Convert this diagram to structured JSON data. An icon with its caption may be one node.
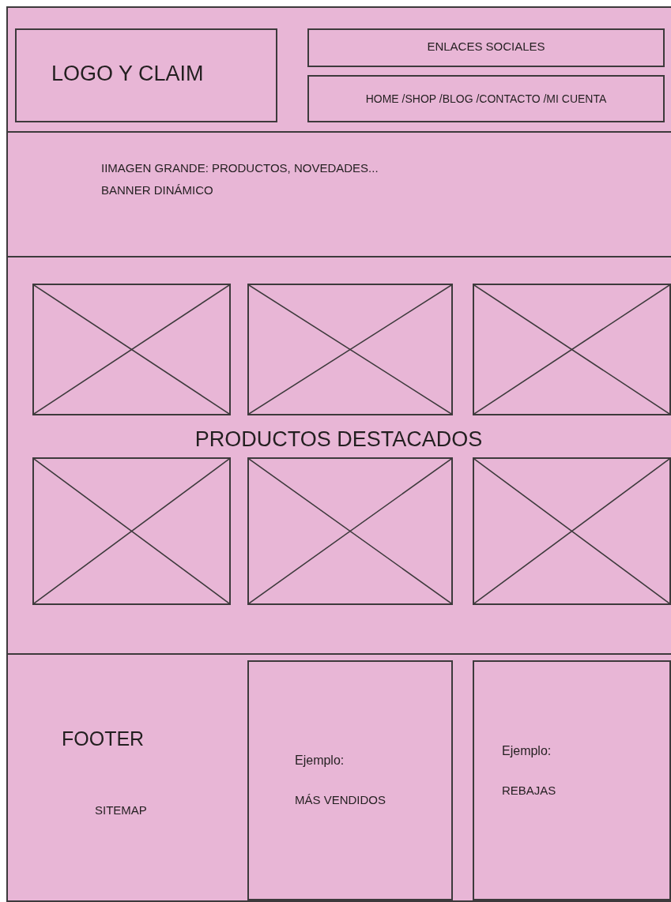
{
  "diagram": {
    "nodes": [
      {
        "text": [],
        "shape": "box"
      },
      {
        "text": [
          "LOGO Y CLAIM"
        ],
        "in": 0
      },
      {
        "text": [
          "ENLACES SOCIALES"
        ],
        "in": 0
      },
      {
        "text": [
          "HOME /SHOP /BLOG /CONTACTO /MI CUENTA"
        ],
        "in": 0
      },
      {
        "text": [
          "IIMAGEN GRANDE: PRODUCTOS, NOVEDADES...",
          "BANNER DINÁMICO"
        ]
      },
      {
        "text": [
          "PRODUCTOS DESTACADOS"
        ]
      },
      {
        "text": [],
        "shape": "box",
        "in": 5
      },
      {
        "text": [],
        "shape": "box",
        "in": 5
      },
      {
        "text": [],
        "shape": "box",
        "in": 5
      },
      {
        "text": [],
        "shape": "box",
        "in": 5
      },
      {
        "text": [],
        "shape": "box",
        "in": 5
      },
      {
        "text": [],
        "shape": "box",
        "in": 5
      },
      {
        "text": [
          "FOOTER",
          "SITEMAP"
        ]
      },
      {
        "text": [
          "Ejemplo:",
          "MÁS VENDIDOS"
        ],
        "in": 12
      },
      {
        "text": [
          "Ejemplo:",
          "REBAJAS"
        ],
        "in": 12
      }
    ],
    "edges": []
  }
}
